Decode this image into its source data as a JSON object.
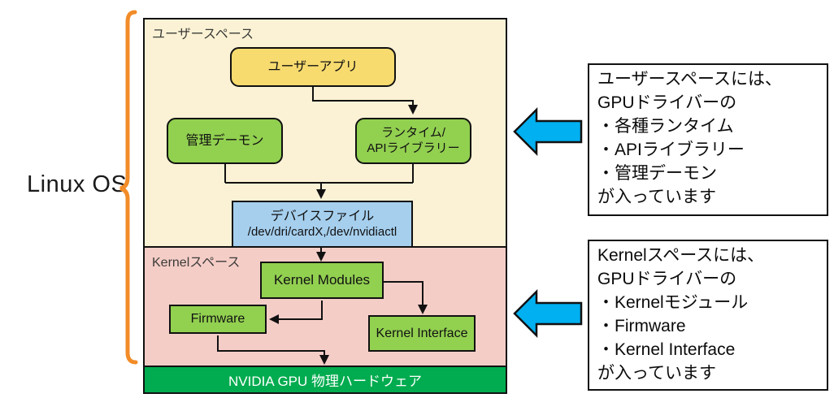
{
  "labels": {
    "linux_os": "Linux OS"
  },
  "user_space": {
    "label": "ユーザースペース",
    "user_app": "ユーザーアプリ",
    "admin_daemon": "管理デーモン",
    "runtime": {
      "line1": "ランタイム/",
      "line2": "APIライブラリー"
    },
    "device_file": {
      "line1": "デバイスファイル",
      "line2": "/dev/dri/cardX,/dev/nvidiactl"
    }
  },
  "kernel_space": {
    "label": "Kernelスペース",
    "kernel_modules": "Kernel Modules",
    "firmware": "Firmware",
    "kernel_interface": "Kernel Interface"
  },
  "hardware": {
    "label": "NVIDIA GPU 物理ハードウェア"
  },
  "callouts": {
    "user": {
      "lines": [
        "ユーザースペースには、",
        "GPUドライバーの",
        "・各種ランタイム",
        "・APIライブラリー",
        "・管理デーモン",
        "が入っています"
      ]
    },
    "kernel": {
      "lines": [
        "Kernelスペースには、",
        "GPUドライバーの",
        "・Kernelモジュール",
        "・Firmware",
        "・Kernel Interface",
        "が入っています"
      ]
    }
  },
  "colors": {
    "user-space-bg": "#FBF2D5",
    "kernel-space-bg": "#F5CDC7",
    "node-green": "#92D050",
    "node-yellow": "#F7DB6F",
    "node-blue": "#A6CFEE",
    "hardware-green": "#00AC4F",
    "arrow-blue": "#00B0F0",
    "brace-orange": "#F28C28"
  }
}
